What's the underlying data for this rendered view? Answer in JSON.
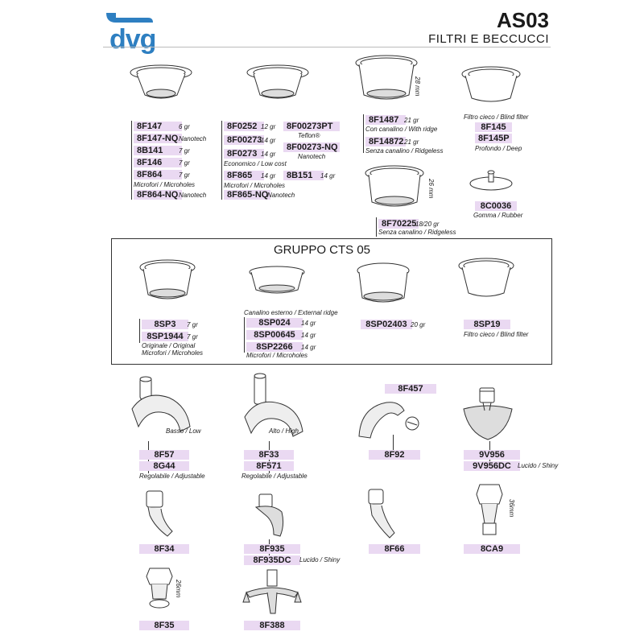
{
  "header": {
    "brand": "dvg",
    "code": "AS03",
    "title": "FILTRI E BECCUCCI"
  },
  "colors": {
    "brand": "#2e7fc1",
    "code_bg": "#ead9f2"
  },
  "filters": {
    "g1": [
      {
        "code": "8F147",
        "note": "6 gr"
      },
      {
        "code": "8F147-NQ",
        "note": "Nanotech"
      },
      {
        "code": "8B141",
        "note": "7 gr"
      },
      {
        "code": "8F146",
        "note": "7 gr"
      },
      {
        "code": "8F864",
        "note": "7 gr"
      },
      {
        "desc": "Microfori / Microholes"
      },
      {
        "code": "8F864-NQ",
        "note": "Nanotech"
      }
    ],
    "g2": {
      "a": [
        {
          "code": "8F0252",
          "note": "12 gr"
        },
        {
          "code": "8F00273",
          "note": "14 gr"
        },
        {
          "code": "8F0273",
          "note": "14 gr"
        }
      ],
      "a_desc": "Economico / Low cost",
      "b": [
        {
          "code": "8F00273PT",
          "note": "Teflon®"
        },
        {
          "code": "8F00273-NQ",
          "note": "Nanotech"
        }
      ],
      "c": [
        {
          "code": "8F865",
          "note": "14 gr"
        },
        {
          "code": "8B151",
          "note": "14 gr"
        }
      ],
      "c_desc": "Microfori / Microholes",
      "d": {
        "code": "8F865-NQ",
        "note": "Nanotech"
      }
    },
    "g3": {
      "dim1": "28 mm",
      "a": {
        "code": "8F1487",
        "note": "21 gr"
      },
      "a_desc": "Con canalino / With ridge",
      "b": {
        "code": "8F14872",
        "note": "21 gr"
      },
      "b_desc": "Senza canalino / Ridgeless",
      "dim2": "26 mm",
      "c": {
        "code": "8F70225",
        "note": "18/20 gr"
      },
      "c_desc": "Senza canalino / Ridgeless"
    },
    "g4": {
      "desc": "Filtro cieco / Blind filter",
      "a": "8F145",
      "b": "8F145P",
      "b_desc": "Profondo / Deep",
      "c": "8C0036",
      "c_desc": "Gomma / Rubber"
    }
  },
  "cts": {
    "title": "GRUPPO CTS 05",
    "s1": {
      "a": {
        "code": "8SP3",
        "note": "7 gr"
      },
      "b": {
        "code": "8SP1944",
        "note": "7 gr"
      },
      "desc1": "Originale / Original",
      "desc2": "Microfori / Microholes"
    },
    "s2": {
      "top": "Canalino esterno / External ridge",
      "a": {
        "code": "8SP024",
        "note": "14 gr"
      },
      "b": {
        "code": "8SP00645",
        "note": "14 gr"
      },
      "c": {
        "code": "8SP2266",
        "note": "14 gr"
      },
      "desc": "Microfori / Microholes"
    },
    "s3": {
      "code": "8SP02403",
      "note": "20 gr"
    },
    "s4": {
      "code": "8SP19",
      "desc": "Filtro cieco / Blind filter"
    }
  },
  "spouts": {
    "r1": {
      "a": {
        "label": "Basso / Low",
        "code1": "8F57",
        "code2": "8G44",
        "desc": "Regolabile / Adjustable"
      },
      "b": {
        "label": "Alto / High",
        "code1": "8F33",
        "code2": "8F571",
        "desc": "Regolabile / Adjustable"
      },
      "c": {
        "top": "8F457",
        "code": "8F92"
      },
      "d": {
        "code1": "9V956",
        "code2": "9V956DC",
        "desc": "Lucido / Shiny"
      }
    },
    "r2": {
      "a": "8F34",
      "b": {
        "code1": "8F935",
        "code2": "8F935DC",
        "desc": "Lucido / Shiny"
      },
      "c": "8F66",
      "d": {
        "code": "8CA9",
        "dim": "36mm"
      }
    },
    "r3": {
      "a": {
        "code": "8F35",
        "dim": "26mm"
      },
      "b": "8F388"
    }
  }
}
